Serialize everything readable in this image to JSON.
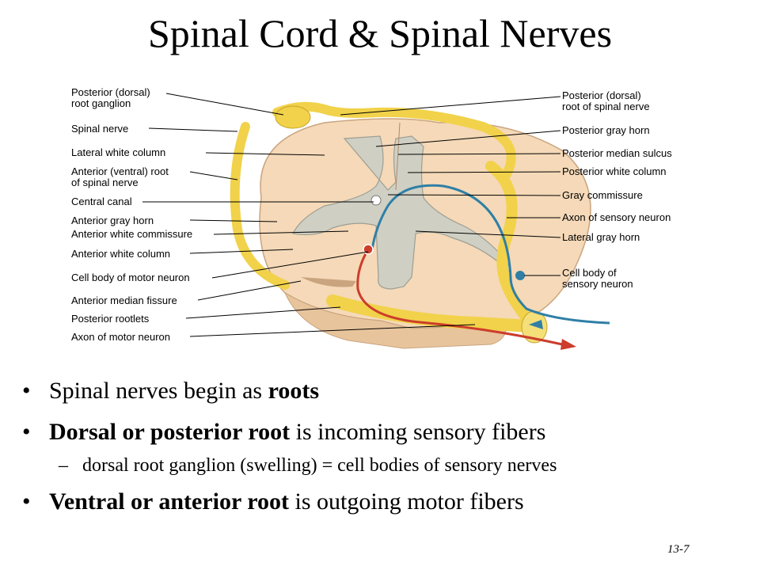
{
  "title": "Spinal Cord & Spinal Nerves",
  "labels_left": [
    "Posterior (dorsal)\nroot ganglion",
    "Spinal nerve",
    "Lateral white column",
    "Anterior (ventral) root\nof spinal nerve",
    "Central canal",
    "Anterior gray horn",
    "Anterior white commissure",
    "Anterior white column",
    "Cell body of motor neuron",
    "Anterior median fissure",
    "Posterior rootlets",
    "Axon of motor neuron"
  ],
  "labels_right": [
    "Posterior (dorsal)\nroot of spinal nerve",
    "Posterior gray horn",
    "Posterior median sulcus",
    "Posterior white column",
    "Gray commissure",
    "Axon of sensory neuron",
    "Lateral gray horn",
    "Cell body of\nsensory neuron"
  ],
  "colors": {
    "white_matter": "#f5d9b8",
    "gray_matter": "#cfcfc4",
    "nerve": "#f1d24a",
    "sensory_axon": "#2f7fa6",
    "motor_axon": "#cc3d2b"
  },
  "bullets": [
    {
      "parts": [
        {
          "text": "Spinal nerves begin as ",
          "bold": false
        },
        {
          "text": "roots",
          "bold": true
        }
      ]
    },
    {
      "parts": [
        {
          "text": "Dorsal or posterior root",
          "bold": true
        },
        {
          "text": " is incoming sensory fibers",
          "bold": false
        }
      ]
    },
    {
      "parts": [
        {
          "text": "Ventral or anterior root",
          "bold": true
        },
        {
          "text": " is outgoing motor fibers",
          "bold": false
        }
      ]
    }
  ],
  "sub_bullet": "dorsal root ganglion (swelling) = cell bodies of sensory nerves",
  "bullet_char": "•",
  "sub_dash": "–",
  "page_number": "13-7"
}
